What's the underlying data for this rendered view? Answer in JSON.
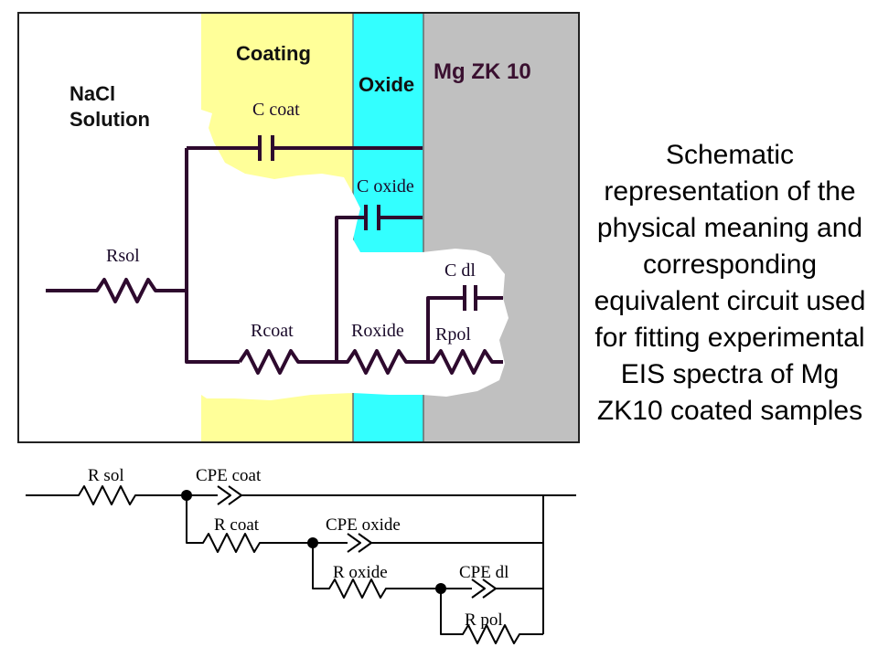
{
  "schematic": {
    "regions": {
      "solution": "NaCl\nSolution",
      "coating": "Coating",
      "oxide": "Oxide",
      "metal": "Mg ZK 10"
    },
    "labels": {
      "c_coat": "C coat",
      "c_oxide": "C oxide",
      "c_dl": "C dl",
      "r_sol": "Rsol",
      "r_coat": "Rcoat",
      "r_oxide": "Roxide",
      "r_pol": "Rpol"
    },
    "colors": {
      "coating": "#ffff99",
      "oxide": "#33ffff",
      "metal": "#c0c0c0",
      "wire": "#2e0a2e"
    }
  },
  "circuit": {
    "labels": {
      "r_sol": "R sol",
      "cpe_coat": "CPE coat",
      "r_coat": "R coat",
      "cpe_oxide": "CPE oxide",
      "r_oxide": "R oxide",
      "cpe_dl": "CPE dl",
      "r_pol": "R pol"
    }
  },
  "caption": "Schematic representation of the physical meaning and corresponding equivalent circuit used for fitting experimental EIS spectra of Mg ZK10 coated samples"
}
